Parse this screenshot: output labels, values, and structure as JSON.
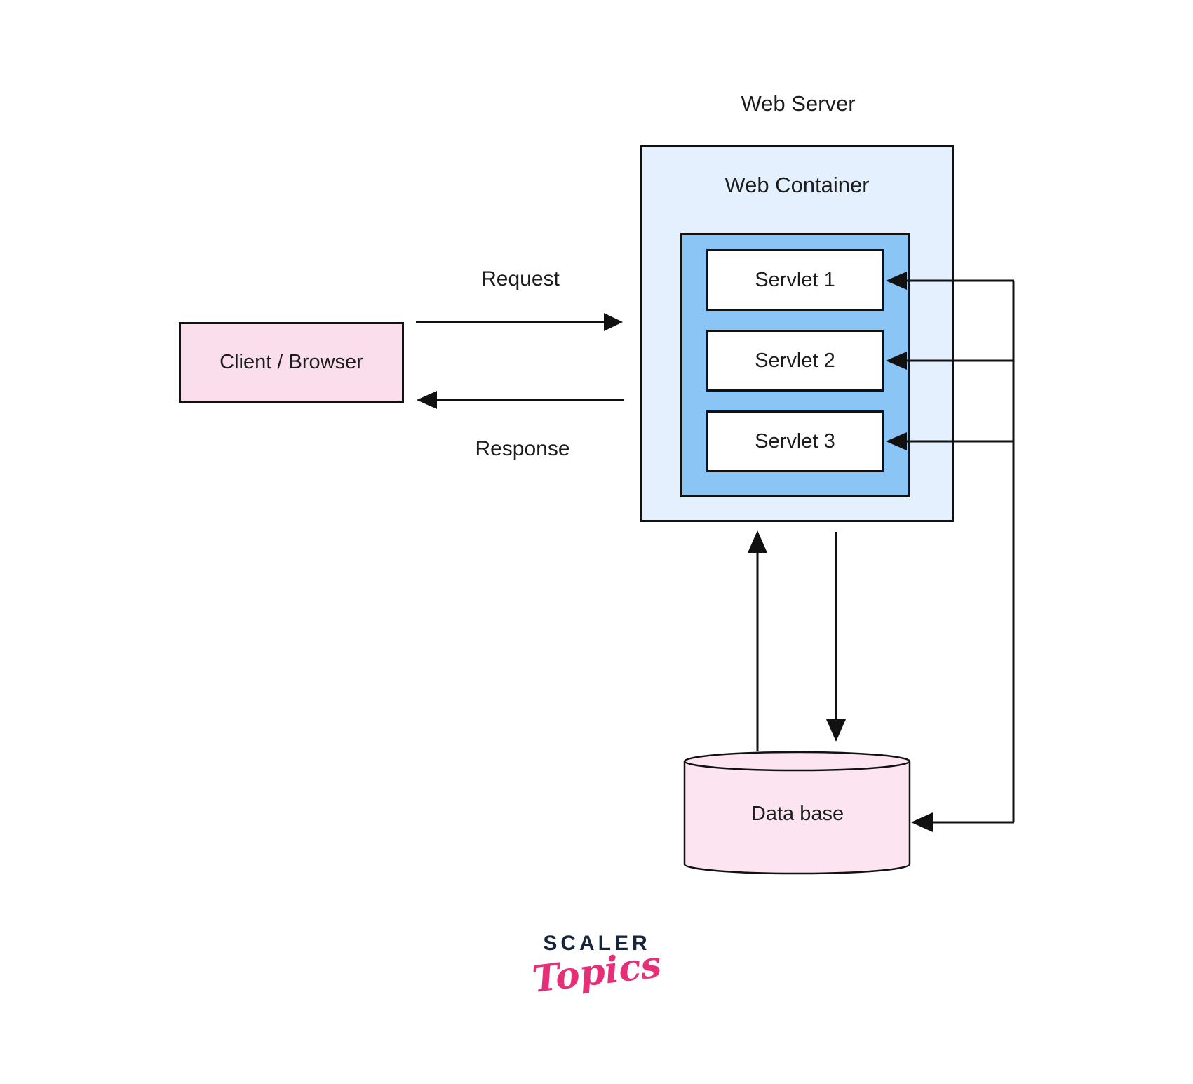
{
  "colors": {
    "web_container_fill": "#e4f0fd",
    "servlet_area_fill": "#8ac5f6",
    "client_fill": "#fbdeeb",
    "database_fill": "#fce4f0",
    "line_stroke": "#111111",
    "logo_navy": "#16243c",
    "logo_pink": "#e72f77"
  },
  "diagram": {
    "web_server_label": "Web Server",
    "web_container_label": "Web Container",
    "servlets": [
      {
        "label": "Servlet 1"
      },
      {
        "label": "Servlet 2"
      },
      {
        "label": "Servlet 3"
      }
    ],
    "client_label": "Client / Browser",
    "request_label": "Request",
    "response_label": "Response",
    "database_label": "Data base"
  },
  "logo": {
    "brand": "SCALER",
    "sub": "Topics"
  }
}
